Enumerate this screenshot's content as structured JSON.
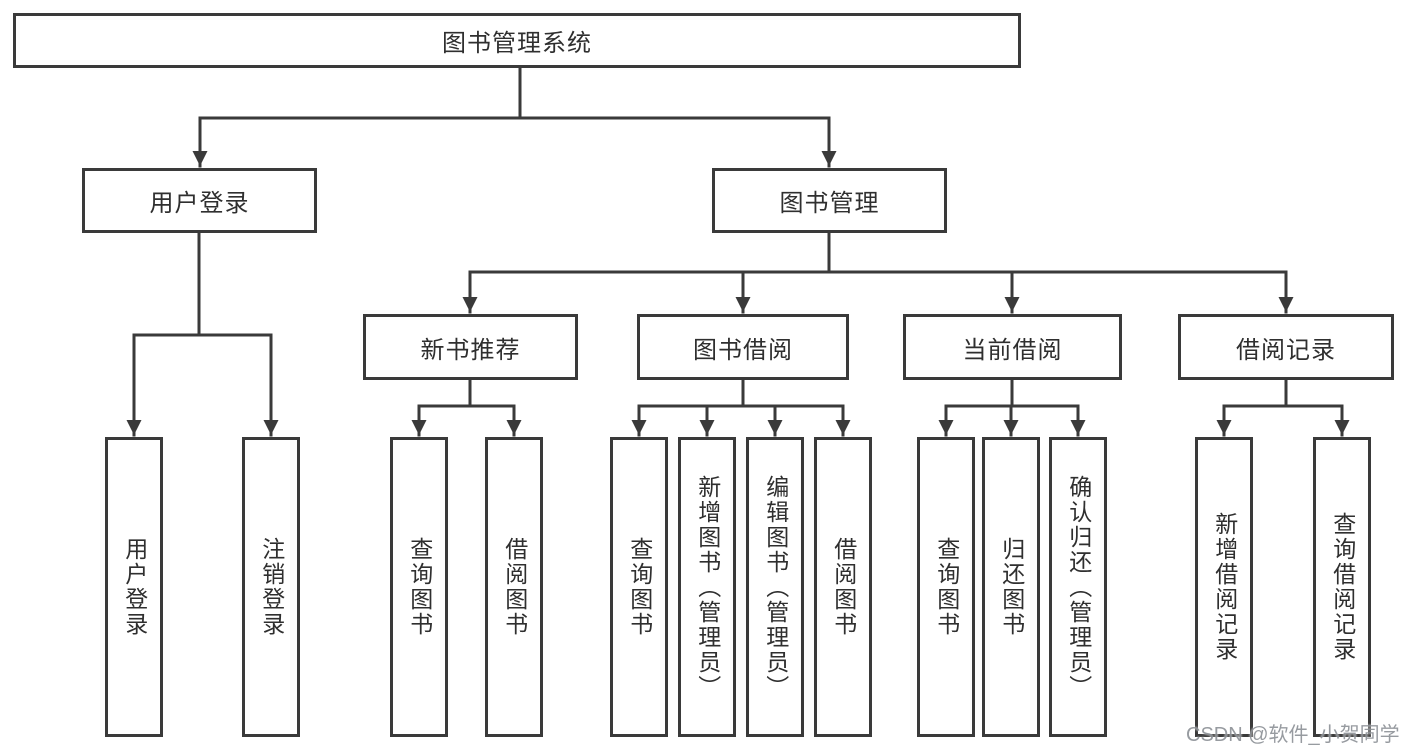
{
  "watermark": "CSDN @软件_小贺同学",
  "colors": {
    "line": "#3a3a3a",
    "box_border": "#3a3a3a",
    "text": "#2f2f2f",
    "background": "#ffffff",
    "watermark": "#8f9399"
  },
  "tree": {
    "root": {
      "label": "图书管理系统"
    },
    "level2": [
      {
        "label": "用户登录",
        "children": [
          {
            "label": "用户登录"
          },
          {
            "label": "注销登录"
          }
        ]
      },
      {
        "label": "图书管理",
        "children": [
          {
            "label": "新书推荐",
            "children": [
              {
                "label": "查询图书"
              },
              {
                "label": "借阅图书"
              }
            ]
          },
          {
            "label": "图书借阅",
            "children": [
              {
                "label": "查询图书"
              },
              {
                "label": "新增图书（管理员）"
              },
              {
                "label": "编辑图书（管理员）"
              },
              {
                "label": "借阅图书"
              }
            ]
          },
          {
            "label": "当前借阅",
            "children": [
              {
                "label": "查询图书"
              },
              {
                "label": "归还图书"
              },
              {
                "label": "确认归还（管理员）"
              }
            ]
          },
          {
            "label": "借阅记录",
            "children": [
              {
                "label": "新增借阅记录"
              },
              {
                "label": "查询借阅记录"
              }
            ]
          }
        ]
      }
    ]
  }
}
